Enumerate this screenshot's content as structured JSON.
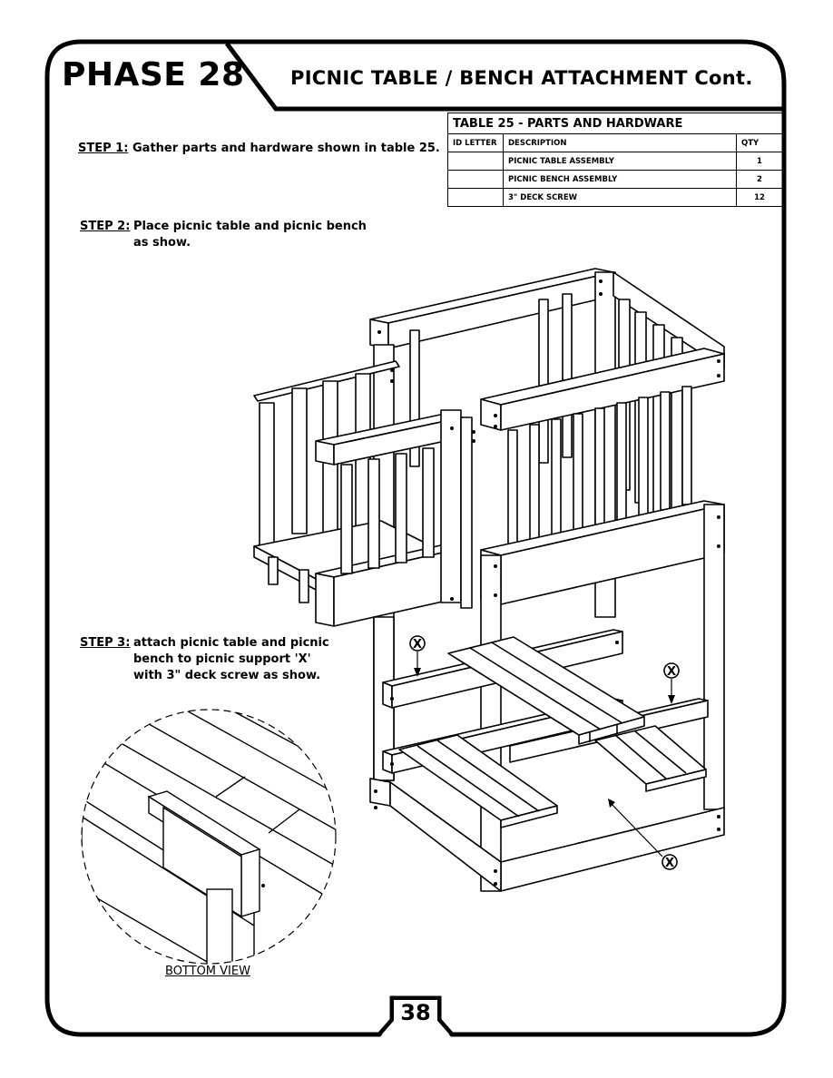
{
  "header": {
    "phase": "PHASE 28",
    "title": "PICNIC TABLE / BENCH ATTACHMENT Cont."
  },
  "table": {
    "caption": "TABLE 25 - PARTS AND HARDWARE",
    "columns": [
      "ID LETTER",
      "DESCRIPTION",
      "QTY"
    ],
    "rows": [
      {
        "id": "",
        "description": "PICNIC TABLE ASSEMBLY",
        "qty": "1"
      },
      {
        "id": "",
        "description": "PICNIC BENCH ASSEMBLY",
        "qty": "2"
      },
      {
        "id": "",
        "description": "3\" DECK SCREW",
        "qty": "12"
      }
    ]
  },
  "steps": [
    {
      "label": "STEP 1:",
      "lines": [
        "Gather parts and hardware shown in table 25."
      ]
    },
    {
      "label": "STEP 2:",
      "lines": [
        "Place picnic table and picnic bench",
        "as show."
      ]
    },
    {
      "label": "STEP 3:",
      "lines": [
        "attach picnic table and picnic",
        "bench to picnic support 'X'",
        "with 3\" deck screw as show."
      ]
    }
  ],
  "callouts": [
    "X",
    "X",
    "X"
  ],
  "detail": {
    "caption": "BOTTOM VIEW"
  },
  "page_number": "38"
}
